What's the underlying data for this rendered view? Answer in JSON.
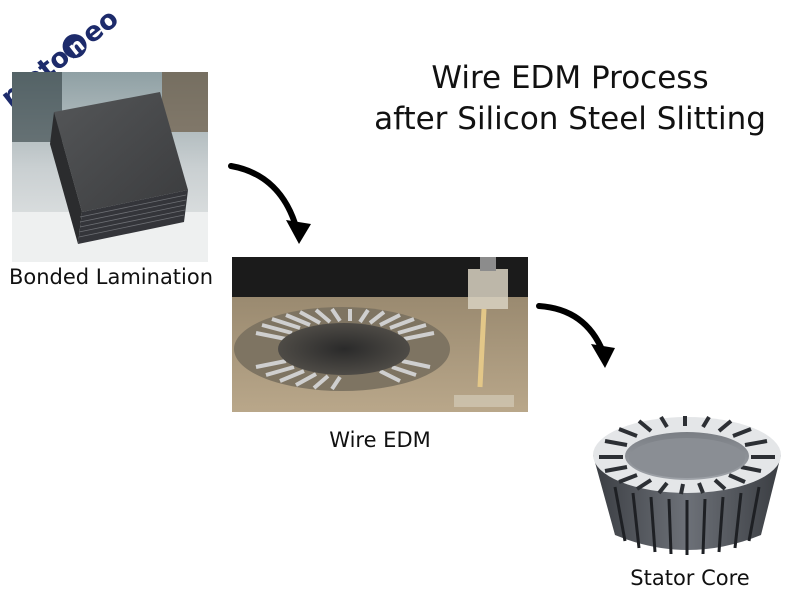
{
  "logo": {
    "part1": "motor",
    "part2": "n",
    "part3": "eo"
  },
  "title": {
    "line1": "Wire EDM Process",
    "line2": "after Silicon Steel Slitting"
  },
  "steps": [
    {
      "label": "Bonded Lamination",
      "icon": "lamination-stack-photo"
    },
    {
      "label": "Wire EDM",
      "icon": "wire-edm-machining-photo"
    },
    {
      "label": "Stator Core",
      "icon": "stator-core-photo"
    }
  ],
  "colors": {
    "brand": "#1d2b6b",
    "arrow": "#000000",
    "steel": "#5c6068"
  }
}
